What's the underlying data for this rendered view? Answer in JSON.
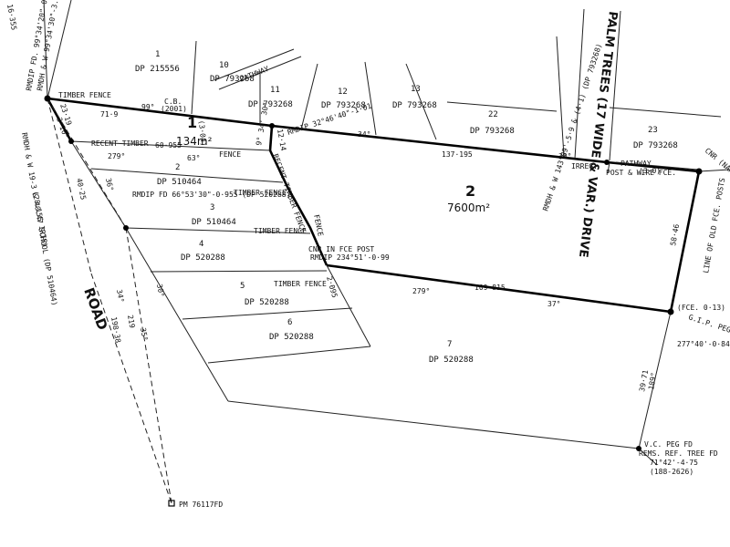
{
  "plan": {
    "road": "ROAD",
    "street": "PALM TREES (17 WIDE & VAR.) DRIVE",
    "lot1": {
      "number": "1",
      "area": "134m²"
    },
    "lot2": {
      "number": "2",
      "area": "7600m²"
    },
    "existing_lots": [
      {
        "id": "nl1",
        "num": "1",
        "dp": "DP 215556"
      },
      {
        "id": "nl10",
        "num": "10",
        "dp": "DP 793268"
      },
      {
        "id": "nl11",
        "num": "11",
        "dp": "DP 793268"
      },
      {
        "id": "nl12",
        "num": "12",
        "dp": "DP 793268"
      },
      {
        "id": "nl13",
        "num": "13",
        "dp": "DP 793268"
      },
      {
        "id": "nl22",
        "num": "22",
        "dp": "DP 793268"
      },
      {
        "id": "nl23",
        "num": "23",
        "dp": "DP 793268"
      },
      {
        "id": "sl2",
        "num": "2",
        "dp": "DP 510464"
      },
      {
        "id": "sl3",
        "num": "3",
        "dp": "DP 510464"
      },
      {
        "id": "sl4",
        "num": "4",
        "dp": "DP 520288"
      },
      {
        "id": "sl5",
        "num": "5",
        "dp": "DP 520288"
      },
      {
        "id": "sl6",
        "num": "6",
        "dp": "DP 520288"
      },
      {
        "id": "sl7",
        "num": "7",
        "dp": "DP 520288"
      }
    ],
    "annotations": {
      "rmdip_top": "RMDIP FD. 99°34'20\"-0.545 (DP 510464)",
      "rmdh_top": "RMDH & W 99°34'30\"-3.74 & 15.585",
      "rmdh_left": "RMDH & W 19-3 & 40.47 SCHOOL (DP 510464)",
      "dist_left": "(28.155 IRIS)",
      "timber_fence_top": "TIMBER FENCE",
      "timber_fence_top_bearing": "99°",
      "dist_71_9": "71·9",
      "cb": "C.B.",
      "cb_sub": "(2001)",
      "angle_left": "3·10°",
      "fence_recent": "RECENT TIMBER",
      "dist_60_955": "60·955",
      "b279_a": "279°",
      "b63": "63°",
      "fence_label": "FENCE",
      "lot1_side": "9° 34' 30\"",
      "lot1_side_dist": "(3·04)",
      "dist_12_14": "12·14",
      "rmdip_mid": "RMDIP 32°46'40\"-1·01",
      "recent_fence_vert": "RECENT TIMBER FENCE",
      "b34": "34°",
      "dist_137_195": "137·195",
      "b30": "30°",
      "irreg": "IRREG.",
      "post_wire": "POST & WIRE FCE.",
      "pathway_top": "PATHWAY",
      "pathway_right": "PATHWAY",
      "pathway_right_dist": "(3·0)",
      "rmdh_right": "RMDH & W 143°09'-5·9 & (4·1) (DP 793268)",
      "cnr": "CNR (NARROW RD.)",
      "line_old": "LINE OF OLD FCE. POSTS",
      "dist_58_46": "58·46",
      "rmdip_fd": "RMDIP FD 66°53'30\"-0·955 (DP 520288)",
      "timber_fence_mid": "TIMBER FENCE",
      "timber_fence_4": "TIMBER FENCE",
      "timber_fence_5": "TIMBER FENCE",
      "fence_vert": "FENCE",
      "cnr_fce": "CNR IN FCE POST",
      "rmdip_234": "RMDIP 234°51'-0·99",
      "dist_2_095": "2·095",
      "dist_40_25": "40·25",
      "b279_b": "279°",
      "dist_109_815": "109·815",
      "b37": "37°",
      "fce_013": "(FCE. 0·13)",
      "gip": "G.I.P. PEG FD RMDIP",
      "gip_b": "277°40'-0·84",
      "dist_39_71": "39·71",
      "b189": "189°",
      "vc_peg": "V.C. PEG FD",
      "rems": "REMS. REF. TREE FD",
      "bearing_71": "71°42'-4·75",
      "dist_188": "(188-2626)",
      "pm": "PM 76117FD",
      "dist_198_38": "198·38",
      "b34_road": "34°",
      "dist_219": "219",
      "b35": "35°",
      "dist_23_19": "23·19",
      "b36_left": "36°",
      "b30_left": "30°",
      "dist_top_corner": "16·355"
    }
  }
}
